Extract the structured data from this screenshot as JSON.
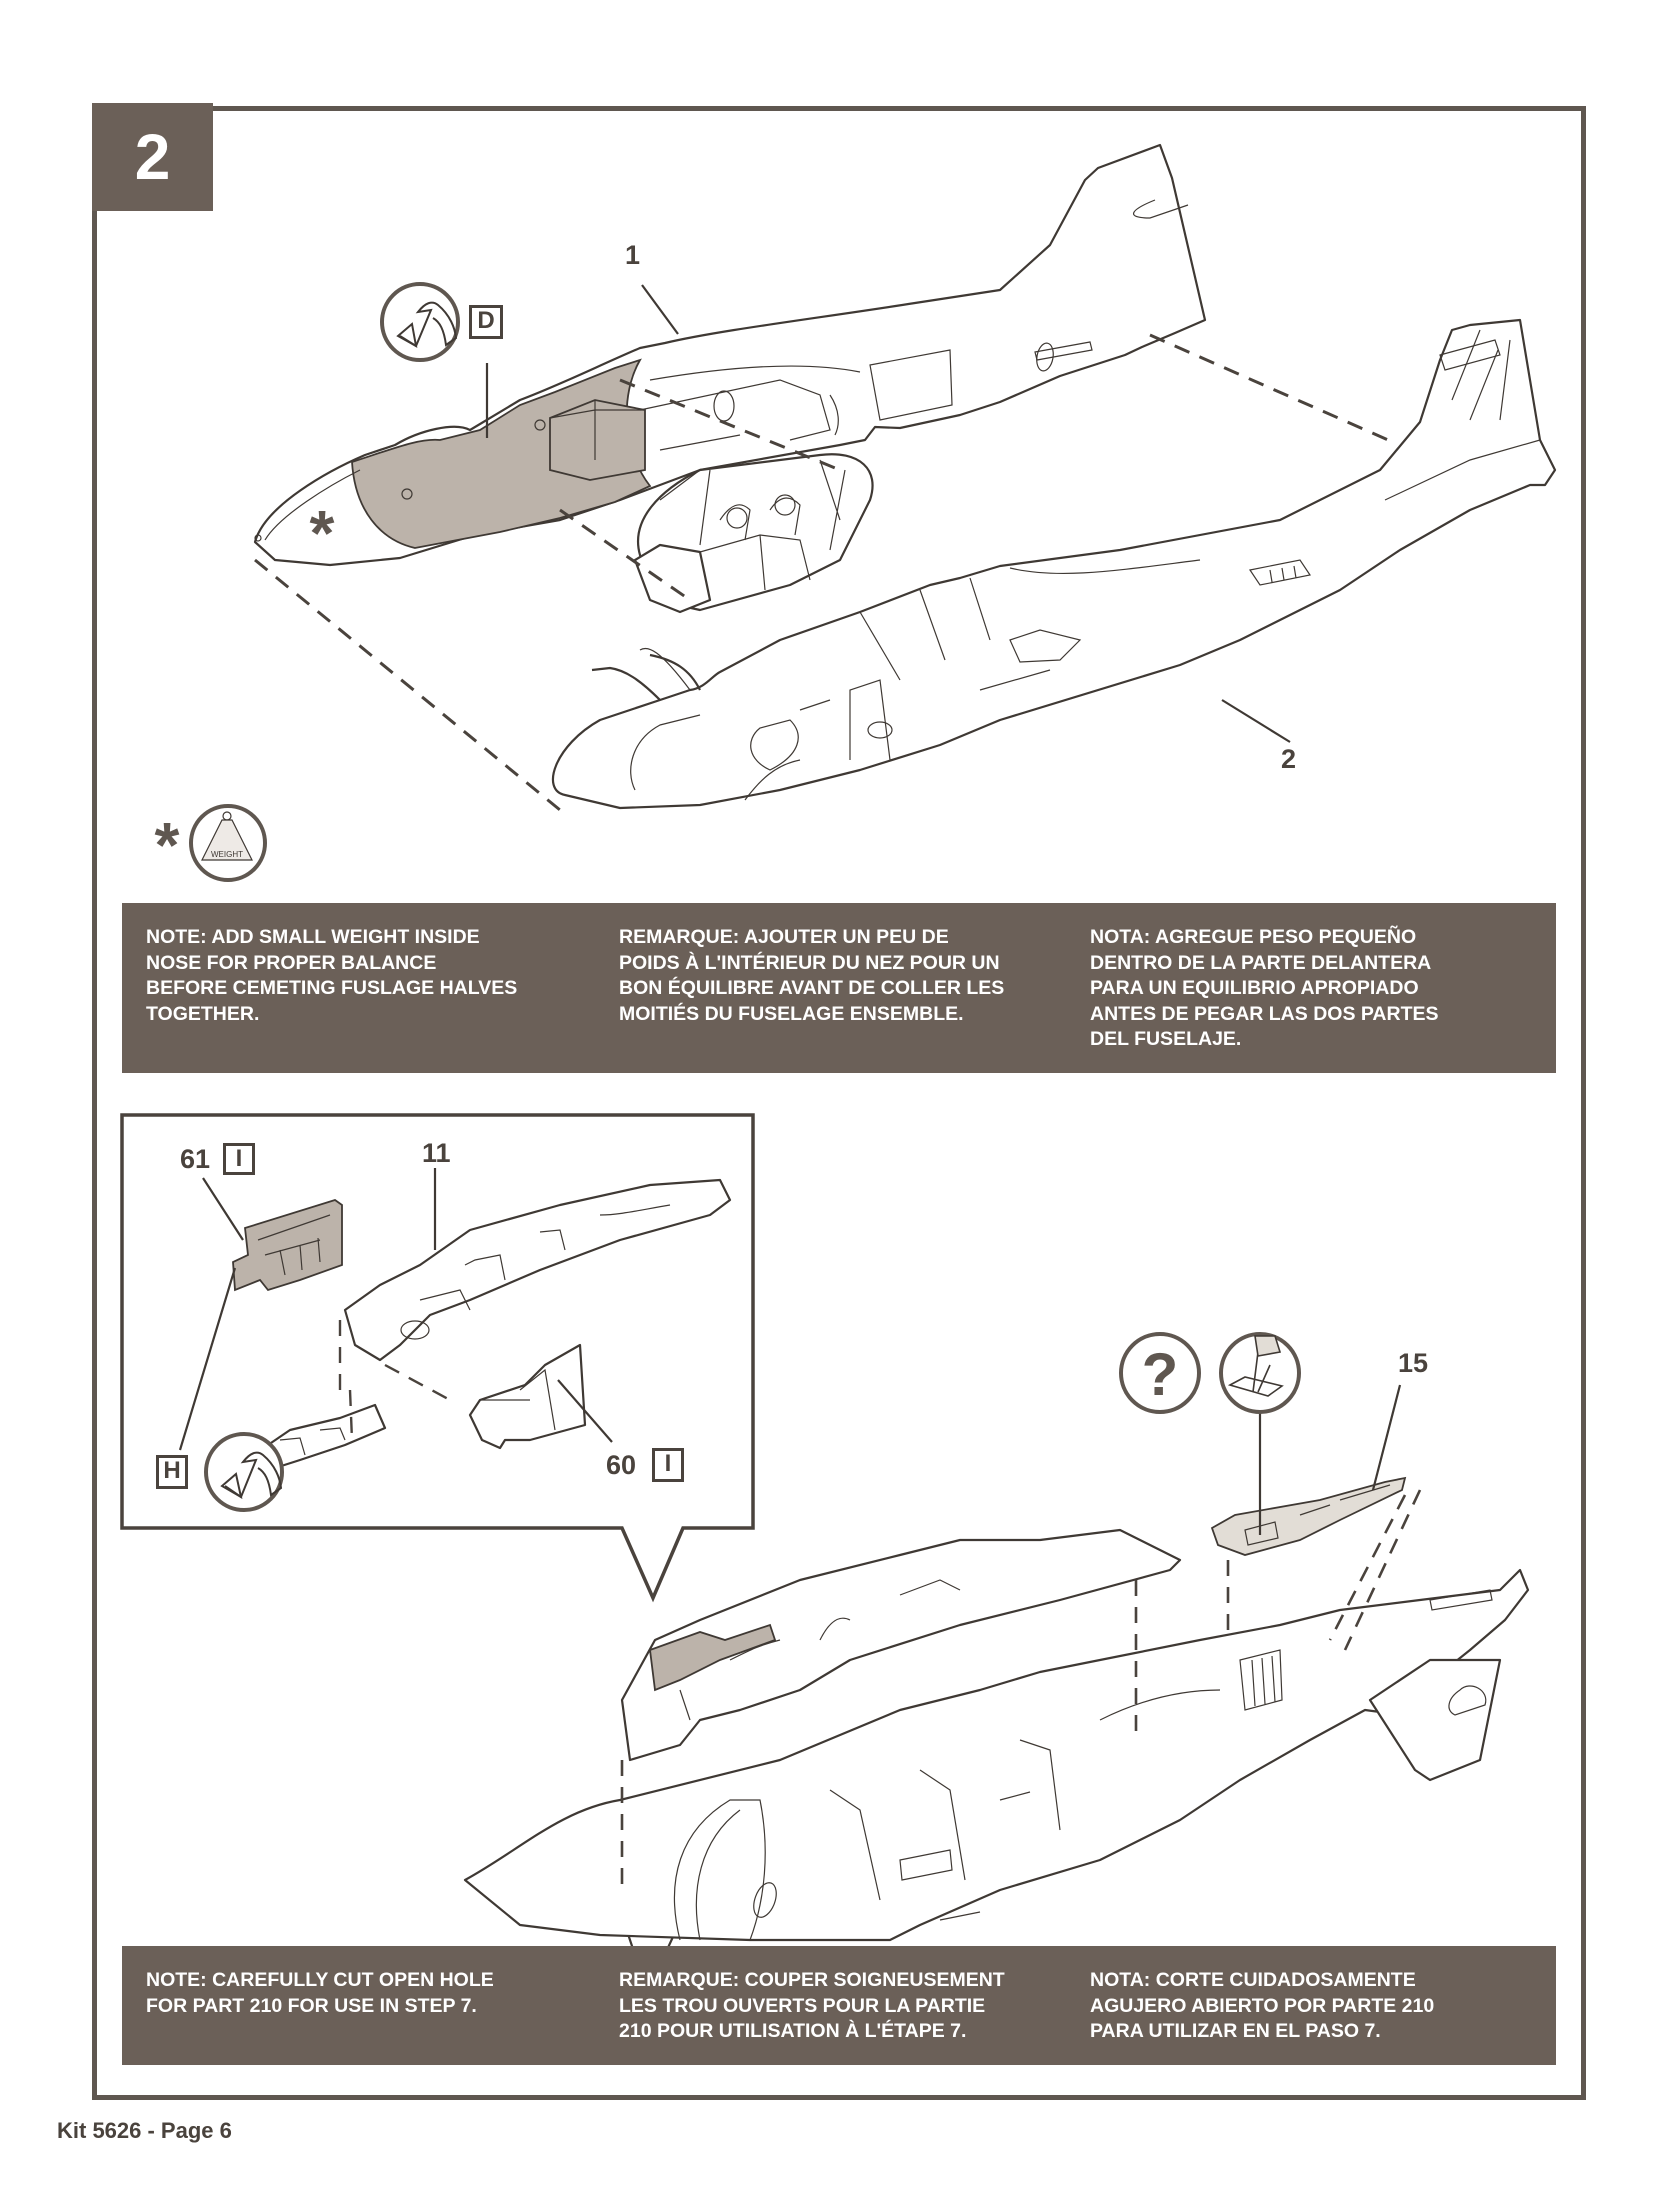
{
  "step": {
    "number": "2"
  },
  "top_diagram": {
    "callouts": {
      "part_1": "1",
      "part_2": "2"
    },
    "parts_tree_label": "D",
    "icons": [
      "turn-over-icon",
      "weight-icon",
      "asterisk-icon"
    ],
    "asterisk": "*",
    "weight_icon_label": "WEIGHT"
  },
  "note_1": {
    "english": "NOTE: ADD SMALL WEIGHT INSIDE\nNOSE FOR PROPER BALANCE\nBEFORE CEMETING FUSLAGE HALVES\nTOGETHER.",
    "french": "REMARQUE: AJOUTER UN PEU DE\nPOIDS À L'INTÉRIEUR DU NEZ POUR UN\nBON ÉQUILIBRE AVANT DE COLLER LES\nMOITIÉS DU FUSELAGE ENSEMBLE.",
    "spanish": "NOTA: AGREGUE PESO PEQUEÑO\nDENTRO DE LA PARTE DELANTERA\nPARA UN EQUILIBRIO APROPIADO\nANTES DE PEGAR LAS DOS PARTES\nDEL FUSELAJE."
  },
  "inset": {
    "callouts": {
      "part_61": "61",
      "part_11": "11",
      "part_60": "60"
    },
    "parts_tree_labels": {
      "part_61_tree": "I",
      "part_60_tree": "I",
      "assembly_tree": "H"
    },
    "icons": [
      "turn-over-icon"
    ]
  },
  "bottom_diagram": {
    "callouts": {
      "part_15": "15"
    },
    "icons": [
      "optional-question-icon",
      "cut-open-hole-icon"
    ],
    "question_glyph": "?"
  },
  "note_2": {
    "english": "NOTE: CAREFULLY CUT OPEN HOLE\nFOR PART 210 FOR USE IN STEP 7.",
    "french": "REMARQUE: COUPER SOIGNEUSEMENT\nLES TROU OUVERTS POUR LA PARTIE\n210 POUR UTILISATION À L'ÉTAPE 7.",
    "spanish": "NOTA: CORTE CUIDADOSAMENTE\nAGUJERO ABIERTO POR PARTE 210\nPARA UTILIZAR EN EL PASO 7."
  },
  "footer": {
    "text": "Kit 5626 - Page 6"
  },
  "colors": {
    "band": "#6b6058",
    "ink": "#4a433d",
    "shade": "#bcb3aa",
    "paper": "#ffffff"
  }
}
